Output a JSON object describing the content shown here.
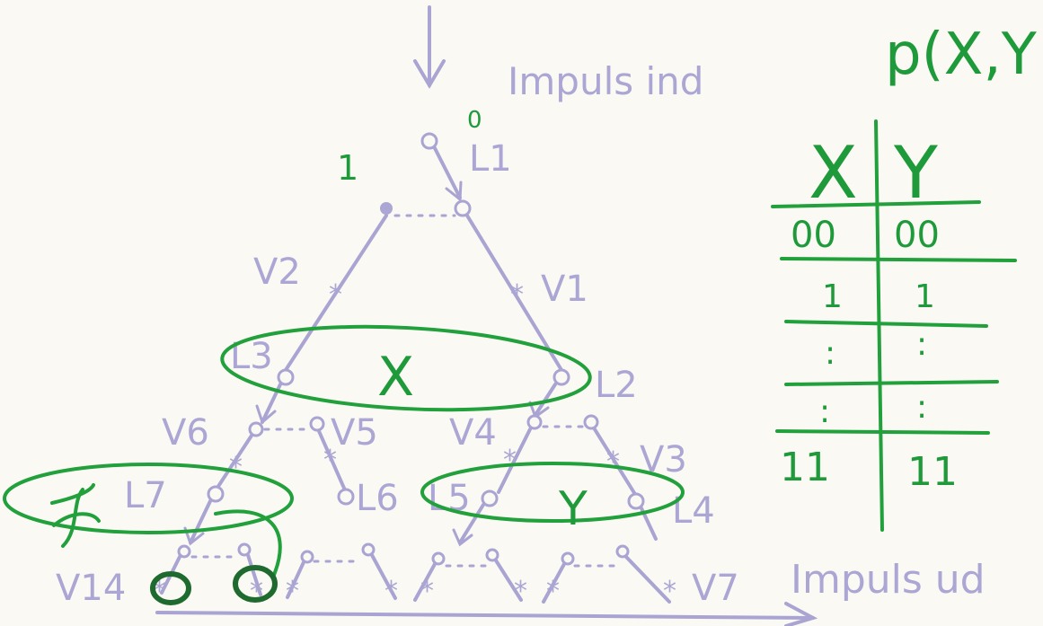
{
  "labels": {
    "impulse_in": "Impuls ind",
    "impulse_out": "Impuls ud",
    "zero": "0",
    "one": "1",
    "L1": "L1",
    "L2": "L2",
    "L3": "L3",
    "L4": "L4",
    "L5": "L5",
    "L6": "L6",
    "L7": "L7",
    "V1": "V1",
    "V2": "V2",
    "V3": "V3",
    "V4": "V4",
    "V5": "V5",
    "V6": "V6",
    "V7": "V7",
    "V14": "V14"
  },
  "annotations": {
    "formula": "p(X,Y",
    "region_x": "X",
    "region_y": "Y"
  },
  "table": {
    "headers": [
      "X",
      "Y"
    ],
    "rows": [
      [
        "00",
        "00"
      ],
      [
        "1",
        "1"
      ],
      [
        ":",
        ":"
      ],
      [
        ":",
        ":"
      ],
      [
        "11",
        "11"
      ]
    ]
  },
  "colors": {
    "diagram": "#a9a4d2",
    "annotation": "#22a03c",
    "paper": "#faf9f4"
  }
}
